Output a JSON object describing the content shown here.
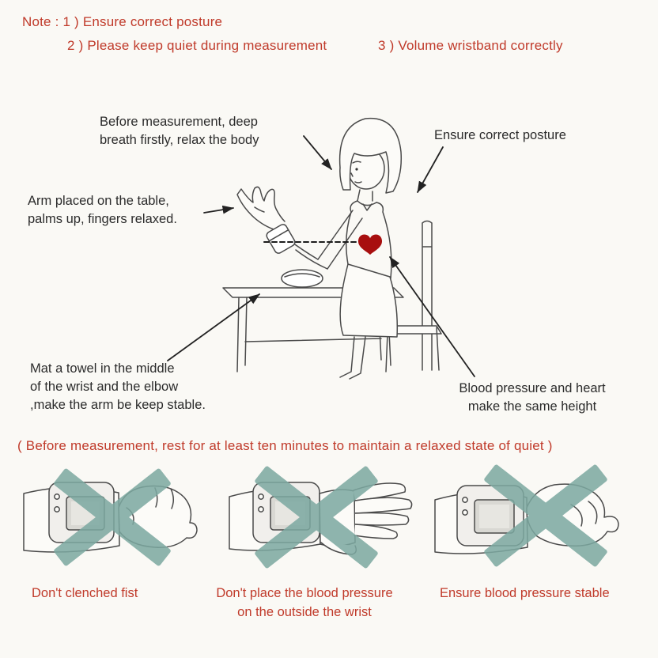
{
  "notes": {
    "heading": "Note : 1 ) Ensure correct posture",
    "item2": "2 ) Please keep quiet during measurement",
    "item3": "3 ) Volume wristband correctly"
  },
  "annotations": {
    "breath": [
      "Before measurement, deep",
      "breath firstly, relax the body"
    ],
    "posture": "Ensure correct posture",
    "arm": [
      "Arm placed on the table,",
      "palms up, fingers relaxed."
    ],
    "towel": [
      "Mat a towel in the middle",
      "of the wrist and the elbow",
      ",make the arm be keep stable."
    ],
    "heart": [
      "Blood pressure and heart",
      "make the same height"
    ]
  },
  "rest_note": "( Before measurement, rest for at least ten minutes to maintain a relaxed state of quiet )",
  "warnings": [
    {
      "caption": [
        "Don't clenched fist"
      ]
    },
    {
      "caption": [
        "Don't place the blood pressure",
        "on the outside the wrist"
      ]
    },
    {
      "caption": [
        "Ensure blood pressure stable"
      ]
    }
  ],
  "colors": {
    "red_text": "#c03a2a",
    "dark_text": "#2b2b2b",
    "cross": "#7da9a1",
    "heart": "#a80f0f",
    "background": "#faf9f5"
  }
}
